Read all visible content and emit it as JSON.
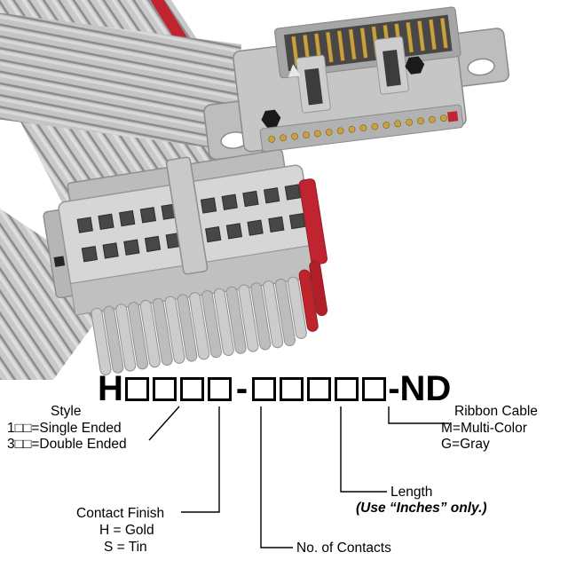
{
  "product_photo": {
    "parts": [
      "ribbon-cable",
      "red-stripe-wire",
      "idc-header-connector",
      "idc-socket-connector"
    ],
    "colors": {
      "cable_gray": "#c9c9c9",
      "stripe_red": "#bf2430",
      "connector_gray": "#c6c6c6",
      "pin_gold": "#c9a144"
    }
  },
  "part_number": {
    "prefix": "H",
    "separator": "-",
    "suffix": "-ND",
    "group1_boxes": 4,
    "group2_boxes": 5
  },
  "callouts": {
    "style": {
      "title": "Style",
      "options": [
        "1□□=Single Ended",
        "3□□=Double Ended"
      ]
    },
    "contact_finish": {
      "title": "Contact Finish",
      "options": [
        "H = Gold",
        "S = Tin"
      ]
    },
    "contacts": {
      "title": "No. of Contacts"
    },
    "length": {
      "title": "Length",
      "note": "(Use “Inches” only.)"
    },
    "ribbon_cable": {
      "title": "Ribbon Cable",
      "options": [
        "M=Multi-Color",
        "G=Gray"
      ]
    }
  }
}
